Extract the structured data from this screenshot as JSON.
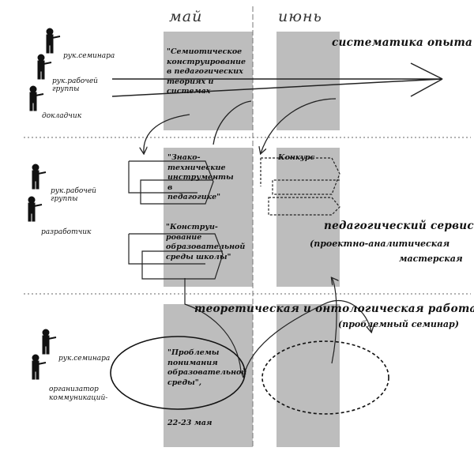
{
  "months": {
    "may": "май",
    "june": "июнь"
  },
  "lanes": {
    "top": {
      "title": "систематика опыта"
    },
    "middle": {
      "title": "педагогический сервис",
      "subtitle_line1": "(проектно-аналитическая",
      "subtitle_line2": "мастерская"
    },
    "bottom": {
      "title": "теоретическая и онтологическая работа",
      "subtitle": "(проблемный семинар)"
    }
  },
  "roles": {
    "top": [
      "рук.семинара",
      "рук.рабочей",
      "группы",
      "докладчик"
    ],
    "middle": [
      "рук.рабочей",
      "группы",
      "разработчик"
    ],
    "bottom": [
      "рук.семинара",
      "организатор",
      "коммуникаций-"
    ]
  },
  "boxes": {
    "semiotic": "\"Семиотическое конструирование в педагогических теориях и системах",
    "knowledge": "\"Знако-технические инструменты в педагогике\"",
    "design": "\"Конструи-рование образовательной среды школы\"",
    "problems": "\"Проблемы понимания образовательной среды\",",
    "problems_date": "22-23 мая",
    "contest": "Конкурс"
  }
}
